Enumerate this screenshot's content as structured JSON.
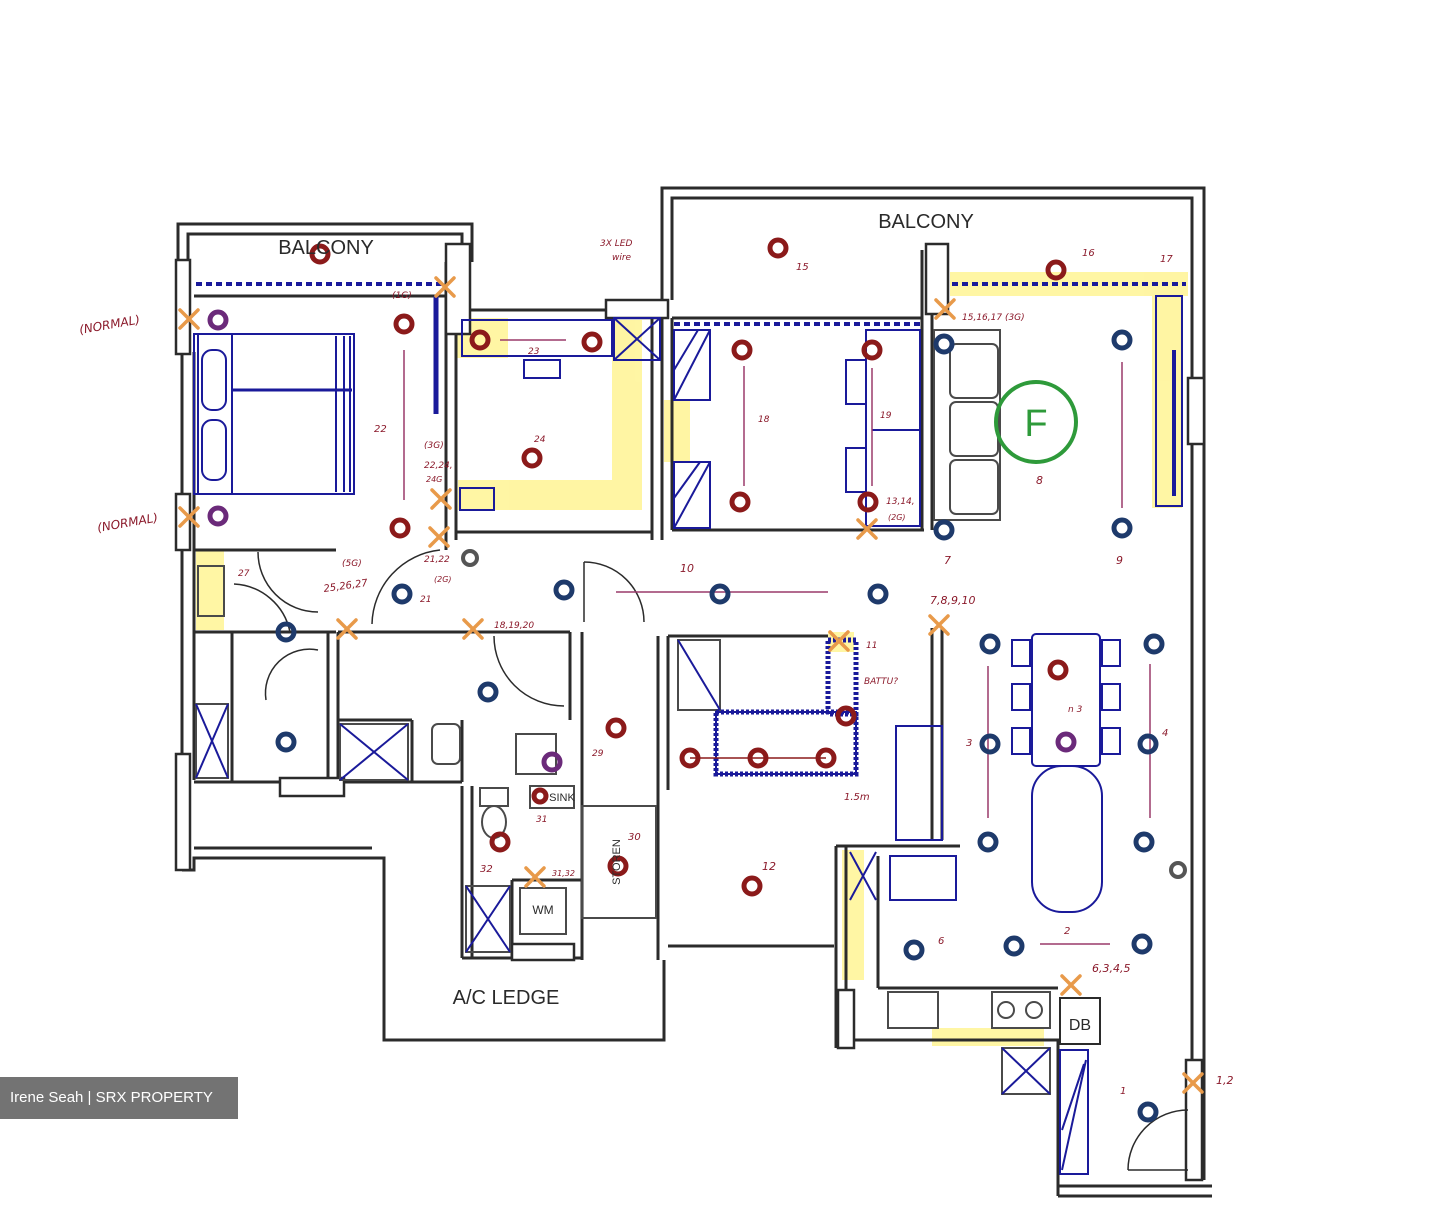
{
  "labels": {
    "balcony_left": "BALCONY",
    "balcony_right": "BALCONY",
    "ac_ledge": "A/C LEDGE",
    "sink": "SINK",
    "wm": "WM",
    "db": "DB",
    "store": "STOREN",
    "fan_marker": "F"
  },
  "notes": {
    "normal_top": "(NORMAL)",
    "normal_bottom": "(NORMAL)",
    "n_1g": "(1G)",
    "n_3x_led": "3X LED",
    "n_wire": "wire",
    "n_15_16_17": "15,16,17 (3G)",
    "n_16": "16",
    "n_17": "17",
    "n_15": "15",
    "n_23": "23",
    "n_22": "22",
    "n_24": "24",
    "n_18": "18",
    "n_19": "19",
    "n_3g": "(3G)",
    "n_22_24": "22,24,",
    "n_24_b": "24G",
    "n_13_14": "13,14,",
    "n_13_14_b": "(2G)",
    "n_8": "8",
    "n_7": "7",
    "n_9": "9",
    "n_27": "27",
    "n_5g": "(5G)",
    "n_25_27": "25,26,27",
    "n_21": "21",
    "n_21_22": "21,22",
    "n_2g": "(2G)",
    "n_18_20": "18,19,20",
    "n_10": "10",
    "n_7_10": "7,8,9,10",
    "n_11": "11",
    "n_1_2": "1,2",
    "n_12": "12",
    "n_29": "29",
    "n_30": "30",
    "n_31": "31",
    "n_31_32": "31,32",
    "n_32": "32",
    "n_6": "6",
    "n_2": "2",
    "n_6345": "6,3,4,5",
    "n_1": "1",
    "n_3": "3",
    "n_4": "4",
    "n_15m": "1.5m",
    "n_n3": "n 3",
    "n_rt": "BATTU?"
  },
  "watermark": "Irene Seah | SRX PROPERTY",
  "colors": {
    "wall": "#2b2b2b",
    "red_point": "#8b1a1a",
    "blue_point": "#1e3a6b",
    "purple_point": "#6b2a7a",
    "switch_cross": "#e89a4a",
    "highlight": "#fff59a",
    "fan_circle": "#2e9a3a",
    "furniture": "#1a1a9a",
    "note_ink": "#8b1a2b"
  },
  "legend_icons": [
    "red-ceiling-point-icon",
    "blue-downlight-icon",
    "purple-wall-point-icon",
    "switch-cross-icon",
    "fan-icon"
  ]
}
